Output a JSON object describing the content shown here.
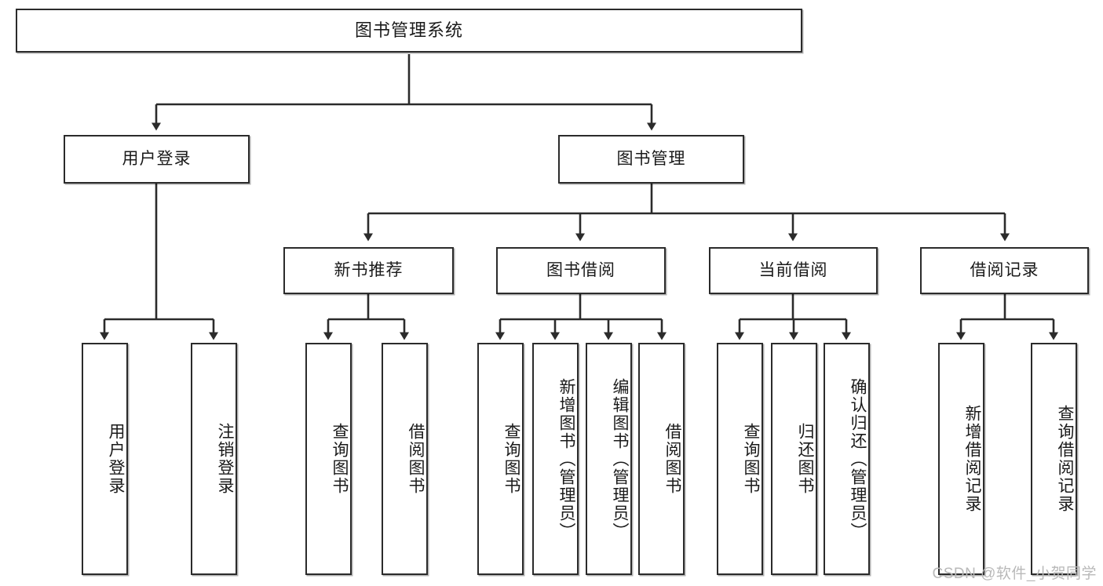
{
  "diagram": {
    "title": "图书管理系统",
    "type": "tree-hierarchy-diagram",
    "colors": {
      "border": "#2b2b2b",
      "background": "#ffffff",
      "text": "#1a1a1a",
      "watermark": "#b9b9b9"
    },
    "root": {
      "label": "图书管理系统"
    },
    "level2": [
      {
        "label": "用户登录"
      },
      {
        "label": "图书管理"
      }
    ],
    "level3": [
      {
        "label": "新书推荐"
      },
      {
        "label": "图书借阅"
      },
      {
        "label": "当前借阅"
      },
      {
        "label": "借阅记录"
      }
    ],
    "leaves": {
      "user_login": [
        {
          "label": "用户登录"
        },
        {
          "label": "注销登录"
        }
      ],
      "new_book_recommend": [
        {
          "label": "查询图书"
        },
        {
          "label": "借阅图书"
        }
      ],
      "book_borrow": [
        {
          "label": "查询图书"
        },
        {
          "label": "新增图书（管理员）"
        },
        {
          "label": "编辑图书（管理员）"
        },
        {
          "label": "借阅图书"
        }
      ],
      "current_borrow": [
        {
          "label": "查询图书"
        },
        {
          "label": "归还图书"
        },
        {
          "label": "确认归还（管理员）"
        }
      ],
      "borrow_record": [
        {
          "label": "新增借阅记录"
        },
        {
          "label": "查询借阅记录"
        }
      ]
    },
    "watermark": "CSDN @软件_小贺同学"
  }
}
